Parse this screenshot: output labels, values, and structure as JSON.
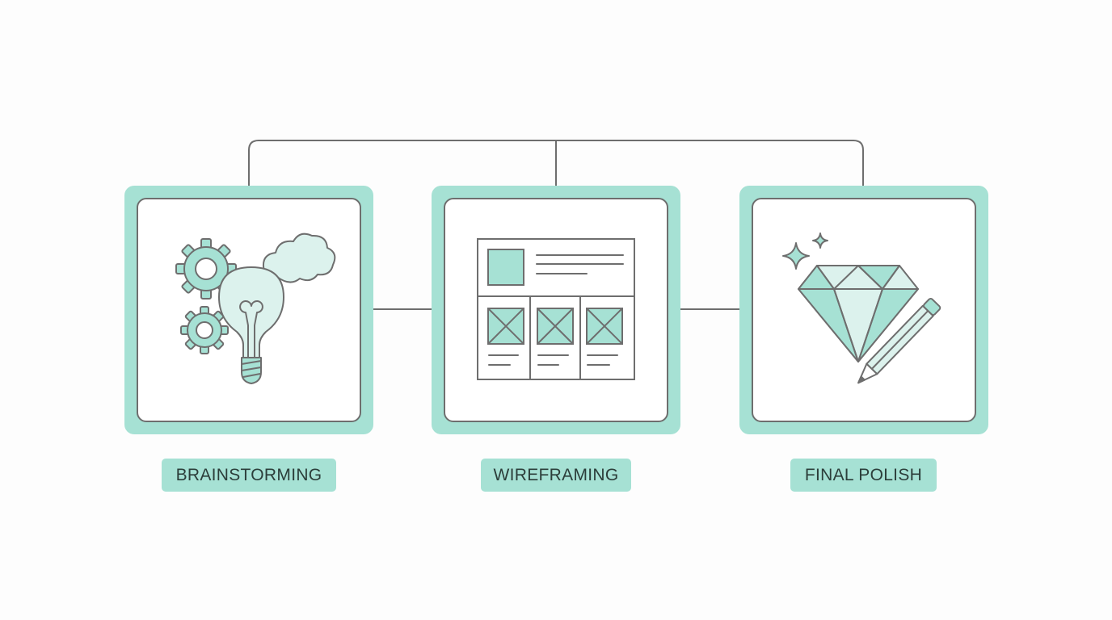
{
  "colors": {
    "accent": "#a6e1d4",
    "accent_light": "#dcf2ed",
    "line": "#6e6e6e",
    "label_text": "#2c3e3a"
  },
  "stages": [
    {
      "label": "BRAINSTORMING",
      "icon": "lightbulb-gears-cloud-icon"
    },
    {
      "label": "WIREFRAMING",
      "icon": "wireframe-layout-icon"
    },
    {
      "label": "FINAL POLISH",
      "icon": "diamond-pencil-icon"
    }
  ]
}
